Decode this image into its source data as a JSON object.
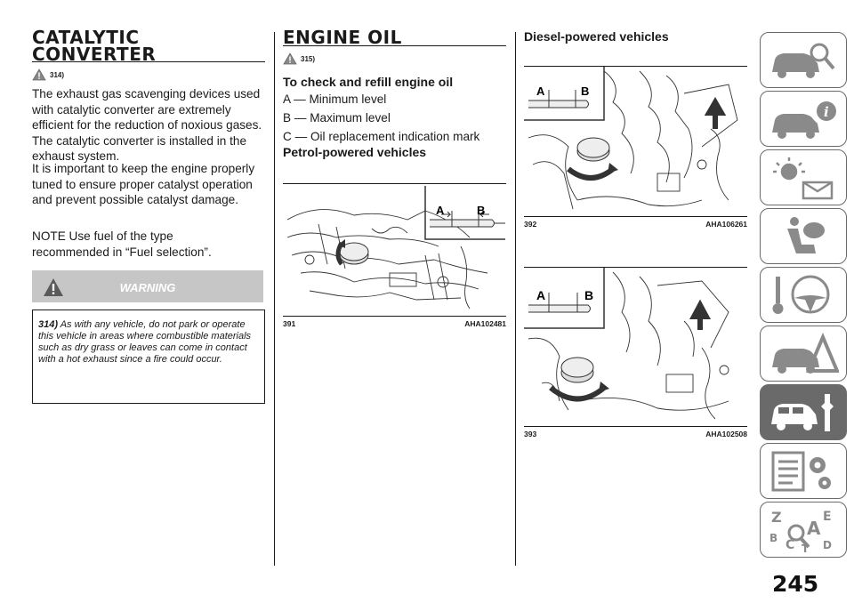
{
  "left": {
    "title_line1": "CATALYTIC",
    "title_line2": "CONVERTER",
    "ref": "314)",
    "para1": "The exhaust gas scavenging devices used with catalytic converter are extremely efficient for the reduction of noxious gases. The catalytic converter is installed in the exhaust system.",
    "para2": "It is important to keep the engine properly tuned to ensure proper catalyst operation and prevent possible catalyst damage.",
    "para3": "NOTE Use fuel of the type recommended in “Fuel selection”.",
    "warning_label": "WARNING",
    "warning_num": "314)",
    "warning_text": "As with any vehicle, do not park or operate this vehicle in areas where combustible materials such as dry grass or leaves can come in contact with a hot exhaust since a fire could occur."
  },
  "middle": {
    "title": "ENGINE OIL",
    "ref": "315)",
    "subheading": "To check and refill engine oil",
    "item_a": "A — Minimum level",
    "item_b": "B — Maximum level",
    "item_c": "C — Oil replacement indication mark",
    "petrol_heading": "Petrol-powered vehicles",
    "figure": {
      "number": "391",
      "code": "AHA102481",
      "label_a": "A",
      "label_b": "B"
    }
  },
  "right": {
    "diesel_heading": "Diesel-powered vehicles",
    "figure1": {
      "number": "392",
      "code": "AHA106261",
      "label_a": "A",
      "label_b": "B"
    },
    "figure2": {
      "number": "393",
      "code": "AHA102508",
      "label_a": "A",
      "label_b": "B"
    }
  },
  "tabs": [
    {
      "icon": "car-search-icon",
      "active": false
    },
    {
      "icon": "car-info-icon",
      "active": false
    },
    {
      "icon": "warning-light-message-icon",
      "active": false
    },
    {
      "icon": "seat-airbag-icon",
      "active": false
    },
    {
      "icon": "steering-key-icon",
      "active": false
    },
    {
      "icon": "car-warning-triangle-icon",
      "active": false
    },
    {
      "icon": "car-wrench-icon",
      "active": true
    },
    {
      "icon": "specs-gears-icon",
      "active": false
    },
    {
      "icon": "alphabet-search-icon",
      "active": false
    }
  ],
  "page_number": "245",
  "colors": {
    "tab_border": "#6a6a6a",
    "warning_bg": "#c6c6c6"
  }
}
